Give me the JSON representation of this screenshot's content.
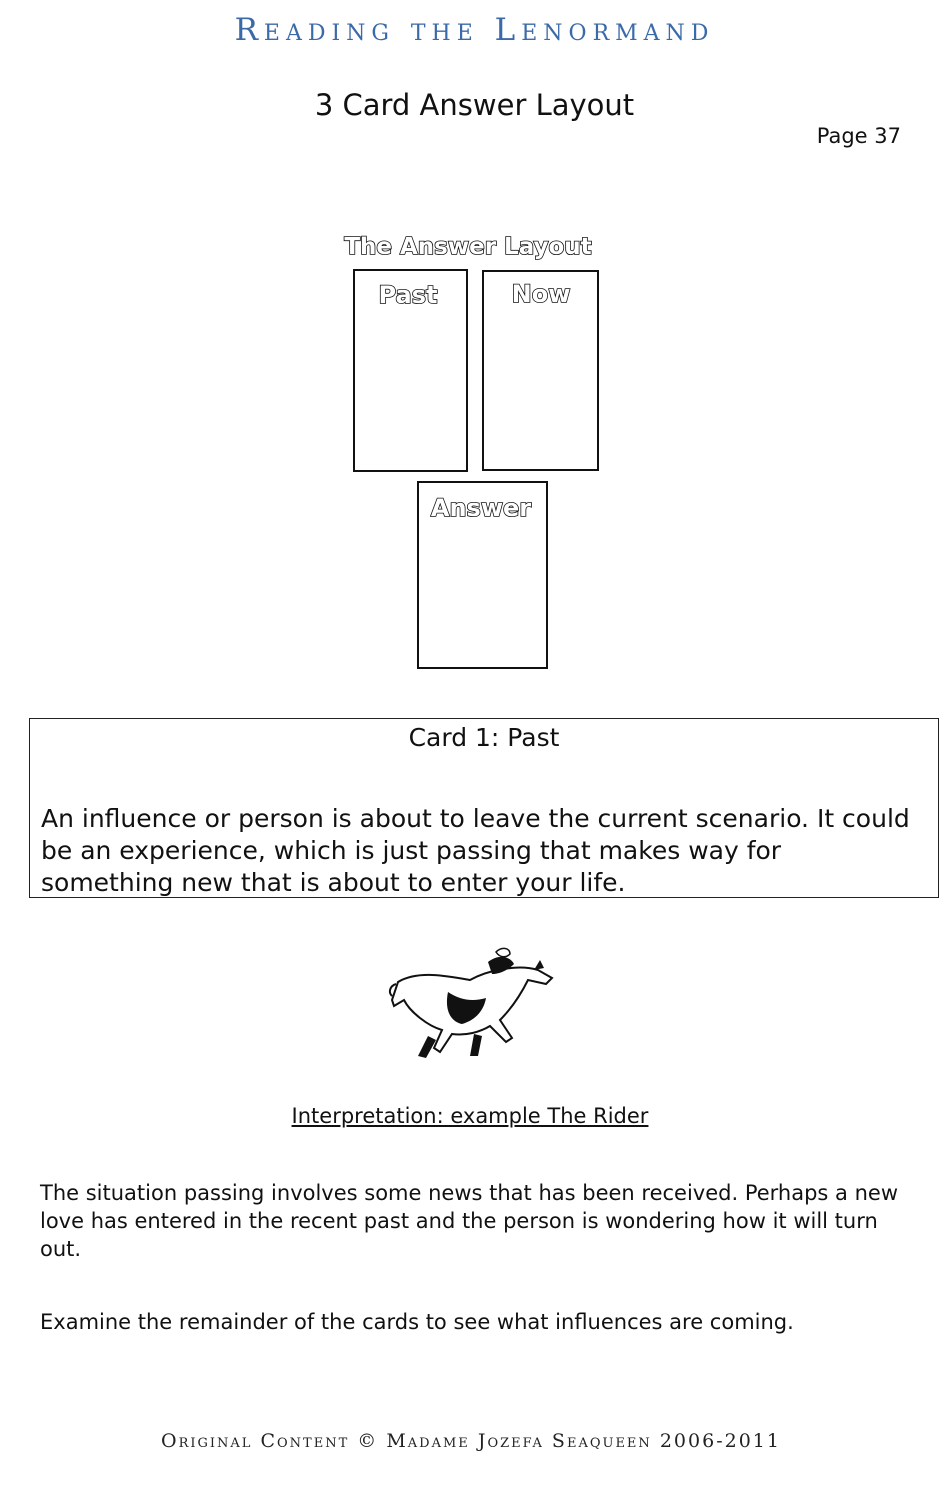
{
  "header": {
    "title": "Reading the Lenormand"
  },
  "document": {
    "title": "3 Card Answer Layout",
    "page": "Page 37"
  },
  "diagram": {
    "title": "The Answer Layout",
    "cards": {
      "past": "Past",
      "now": "Now",
      "answer": "Answer"
    }
  },
  "card_box": {
    "heading": "Card 1:  Past",
    "text": "An influence or person is about to leave the current scenario. It could be an experience, which is just passing that makes way for something new that is about to enter your life."
  },
  "interpretation": {
    "heading": "Interpretation: example The Rider",
    "paragraphs": [
      "The situation passing involves some news that has been received. Perhaps a new love has entered in the recent past and the person is wondering how it will turn out.",
      "Examine the remainder of the cards to see what influences are coming."
    ]
  },
  "footer": {
    "copyright": "Original Content © Madame Jozefa Seaqueen  2006-2011"
  }
}
